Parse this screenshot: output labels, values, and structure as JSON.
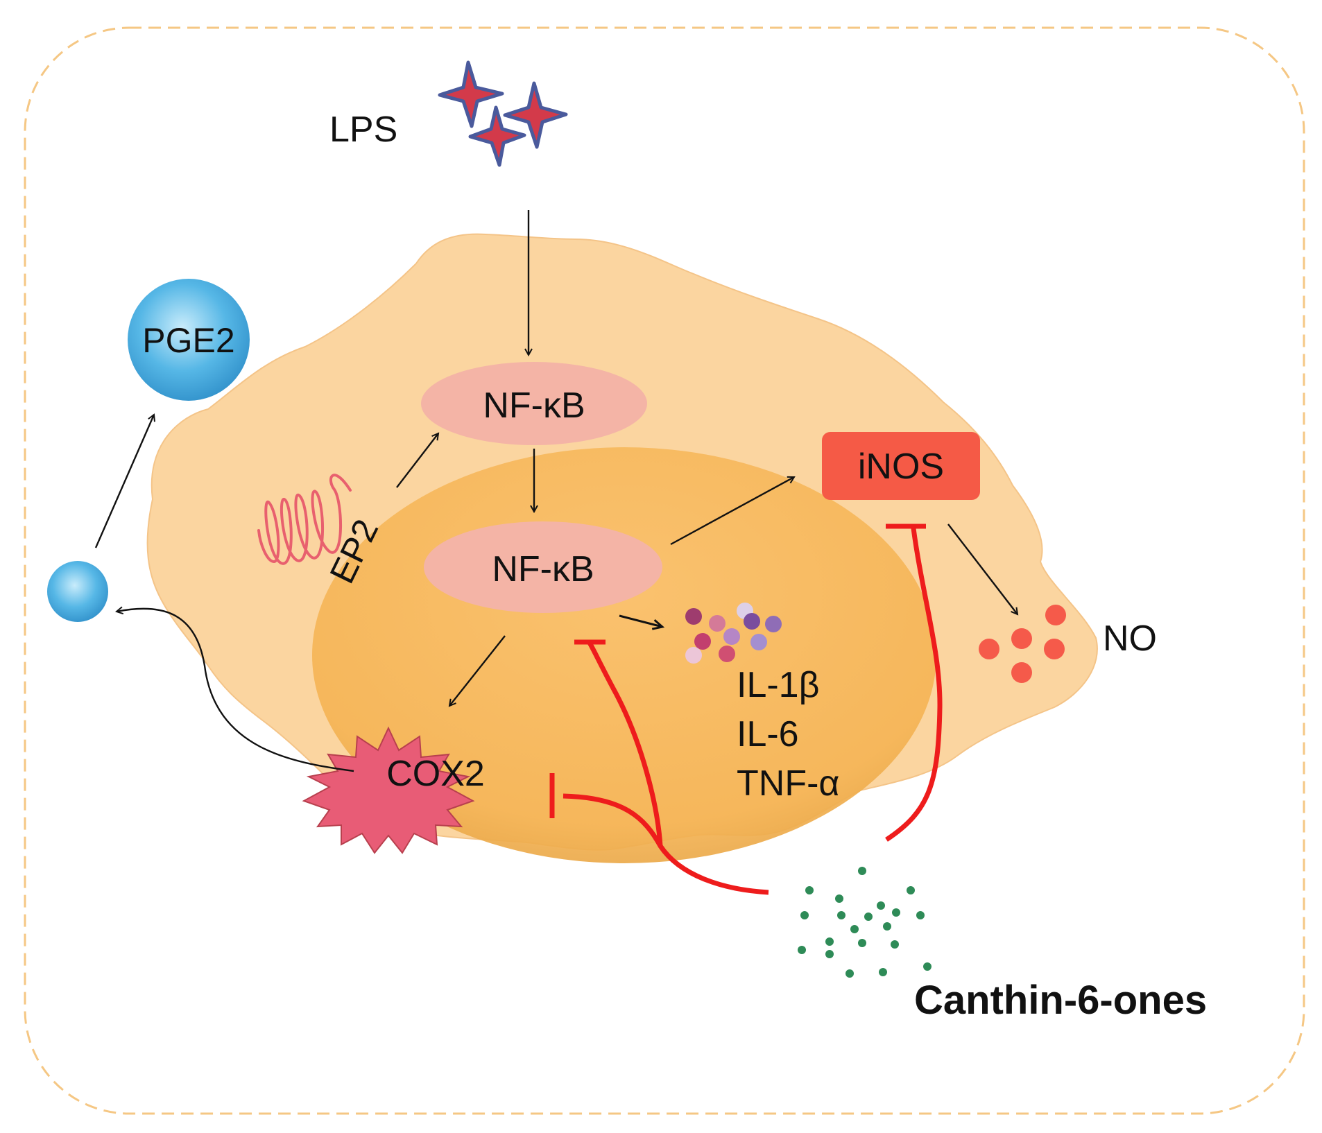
{
  "labels": {
    "lps": "LPS",
    "pge2": "PGE2",
    "nfkb_cytoplasm": "NF-κB",
    "nfkb_nucleus": "NF-κB",
    "ep2": "EP2",
    "inos": "iNOS",
    "no": "NO",
    "cox2": "COX2",
    "il1b": "IL-1β",
    "il6": "IL-6",
    "tnfa": "TNF-α",
    "canthin": "Canthin-6-ones"
  },
  "colors": {
    "frame": "#f5c784",
    "cell": "#fbd5a0",
    "nucleus": "#f6b75a",
    "nfkb": "#f4b4a6",
    "inos": "#f55a46",
    "cox2": "#e85c76",
    "inhibition": "#ee1c1c",
    "pge2": "#4db4e4",
    "no_dots": "#f55a4a",
    "canthin_dots": "#2e8b57",
    "lps_star": "#d33a4a",
    "ep2": "#e8606e"
  }
}
